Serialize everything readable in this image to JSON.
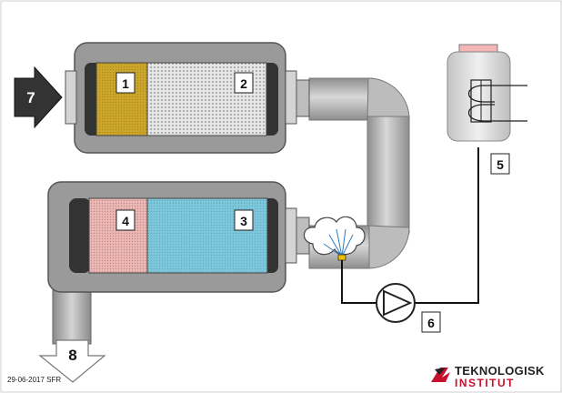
{
  "diagram": {
    "labels": {
      "l1": "1",
      "l2": "2",
      "l3": "3",
      "l4": "4",
      "l5": "5",
      "l6": "6",
      "l7": "7",
      "l8": "8"
    },
    "footer": {
      "date": "29-06-2017 SFR"
    },
    "logo": {
      "line1": "TEKNOLOGISK",
      "line2": "INSTITUT"
    },
    "colors": {
      "housing": "#9a9a9a",
      "pipe": "#b4b4b4",
      "section1": "#c9a52a",
      "section2": "#e4e4e4",
      "section3": "#7ec6da",
      "section4": "#e8b6b4",
      "dark_end": "#333333",
      "brand_red": "#c8102e"
    }
  }
}
